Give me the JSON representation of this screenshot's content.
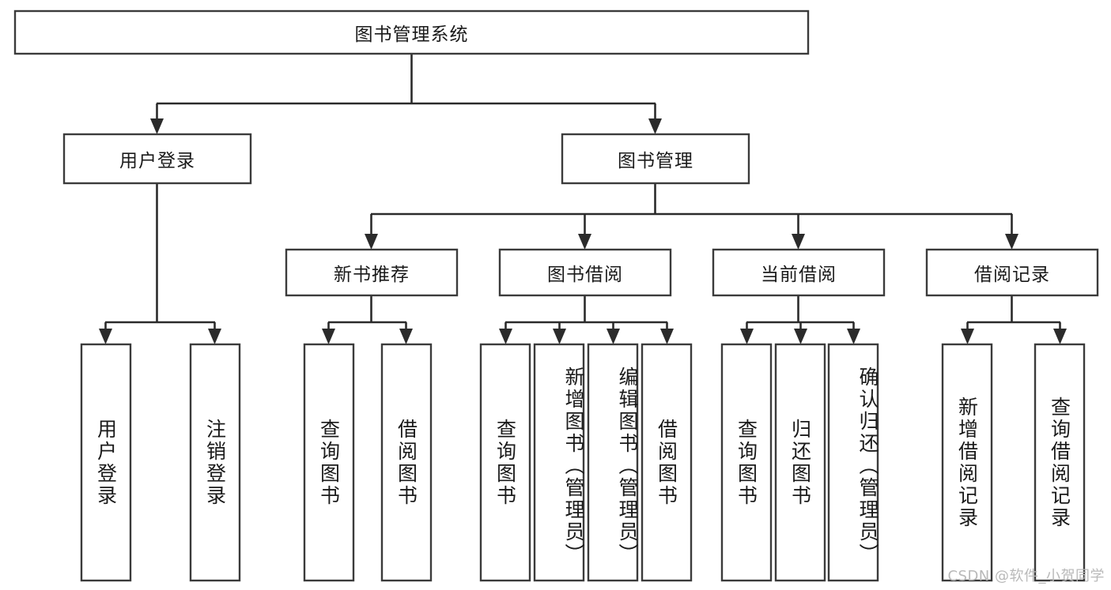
{
  "diagram": {
    "title": "图书管理系统",
    "type": "tree-hierarchy-flowchart",
    "watermark": "CSDN @软件_小贺同学",
    "colors": {
      "box_fill": "#ffffff",
      "box_stroke": "#3b3b3b",
      "connector": "#2b2b2b",
      "text": "#1a1a1a",
      "watermark": "#b9b9b9",
      "background": "#ffffff"
    },
    "root": {
      "label": "图书管理系统",
      "orientation": "horizontal"
    },
    "level2": [
      {
        "label": "用户登录",
        "orientation": "horizontal"
      },
      {
        "label": "图书管理",
        "orientation": "horizontal"
      }
    ],
    "level3": [
      {
        "label": "新书推荐",
        "orientation": "horizontal",
        "parent": "图书管理"
      },
      {
        "label": "图书借阅",
        "orientation": "horizontal",
        "parent": "图书管理"
      },
      {
        "label": "当前借阅",
        "orientation": "horizontal",
        "parent": "图书管理"
      },
      {
        "label": "借阅记录",
        "orientation": "horizontal",
        "parent": "图书管理"
      }
    ],
    "leaves": [
      {
        "label": "用户登录",
        "parent": "用户登录",
        "orientation": "vertical"
      },
      {
        "label": "注销登录",
        "parent": "用户登录",
        "orientation": "vertical"
      },
      {
        "label": "查询图书",
        "parent": "新书推荐",
        "orientation": "vertical"
      },
      {
        "label": "借阅图书",
        "parent": "新书推荐",
        "orientation": "vertical"
      },
      {
        "label": "查询图书",
        "parent": "图书借阅",
        "orientation": "vertical"
      },
      {
        "label": "新增图书（管理员）",
        "parent": "图书借阅",
        "orientation": "vertical"
      },
      {
        "label": "编辑图书（管理员）",
        "parent": "图书借阅",
        "orientation": "vertical"
      },
      {
        "label": "借阅图书",
        "parent": "图书借阅",
        "orientation": "vertical"
      },
      {
        "label": "查询图书",
        "parent": "当前借阅",
        "orientation": "vertical"
      },
      {
        "label": "归还图书",
        "parent": "当前借阅",
        "orientation": "vertical"
      },
      {
        "label": "确认归还（管理员）",
        "parent": "当前借阅",
        "orientation": "vertical"
      },
      {
        "label": "新增借阅记录",
        "parent": "借阅记录",
        "orientation": "vertical"
      },
      {
        "label": "查询借阅记录",
        "parent": "借阅记录",
        "orientation": "vertical"
      }
    ]
  }
}
